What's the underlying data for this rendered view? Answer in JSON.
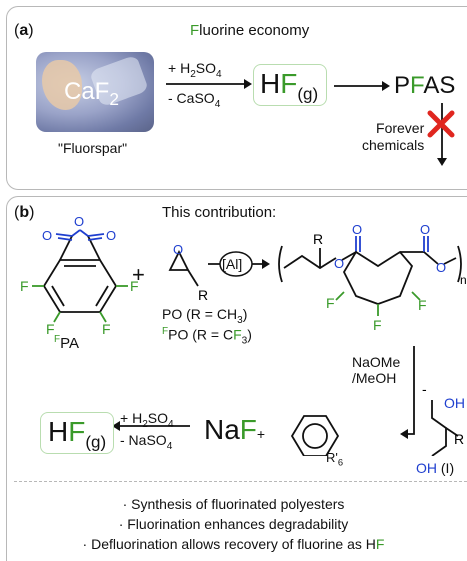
{
  "panel_a": {
    "label": "a",
    "title_first_letter": "F",
    "title_rest": "luorine economy",
    "mineral": {
      "formula_main": "CaF",
      "formula_sub": "2",
      "caption": "\"Fluorspar\""
    },
    "reagent_top": {
      "pre": "+ H",
      "sub1": "2",
      "post": "SO",
      "sub2": "4"
    },
    "reagent_bottom": {
      "pre": "- CaSO",
      "sub": "4"
    },
    "product_hf": {
      "h": "H",
      "f": "F",
      "state": "(g)"
    },
    "product_pfas": {
      "p": "P",
      "f": "F",
      "rest": "AS"
    },
    "forever": {
      "line1": "Forever",
      "line2": "chemicals"
    }
  },
  "panel_b": {
    "label": "b",
    "title": "This contribution:",
    "monomer_label": {
      "sup": "F",
      "main": "PA"
    },
    "plus": "+",
    "catalyst": "[Al]",
    "epoxide_r": "R",
    "po_line": {
      "pre": "PO (R = CH",
      "sub": "3",
      "post": ")"
    },
    "fpo_line": {
      "sup": "F",
      "pre": "PO (R = C",
      "f": "F",
      "sub": "3",
      "post": ")"
    },
    "polymer": {
      "r": "R",
      "n": "n"
    },
    "atoms": {
      "o": "O",
      "f": "F",
      "oh": "OH"
    },
    "naome": {
      "line1": "NaOMe",
      "line2": "/MeOH"
    },
    "diol_label": "(I)",
    "benzene_sub": {
      "main": "R'",
      "sub": "6"
    },
    "naf": {
      "na": "Na",
      "f": "F",
      "plus": "+"
    },
    "hf_final": {
      "h": "H",
      "f": "F",
      "state": "(g)"
    },
    "reagent_top": {
      "pre": "+ H",
      "sub1": "2",
      "post": "SO",
      "sub2": "4"
    },
    "reagent_bottom": {
      "pre": "- NaSO",
      "sub": "4"
    },
    "minus": "-"
  },
  "bullets": [
    "· Synthesis of fluorinated polyesters",
    "· Fluorination enhances degradability"
  ],
  "bullet3": {
    "pre": "· De",
    "f1": "f",
    "mid": "luorination allows recovery of ",
    "f2": "f",
    "mid2": "luorine as H",
    "f3": "F"
  },
  "colors": {
    "fluorine": "#3a9a2a",
    "oxygen": "#1f3fcf",
    "cross": "#e0261f",
    "border": "#b8b8b8"
  }
}
